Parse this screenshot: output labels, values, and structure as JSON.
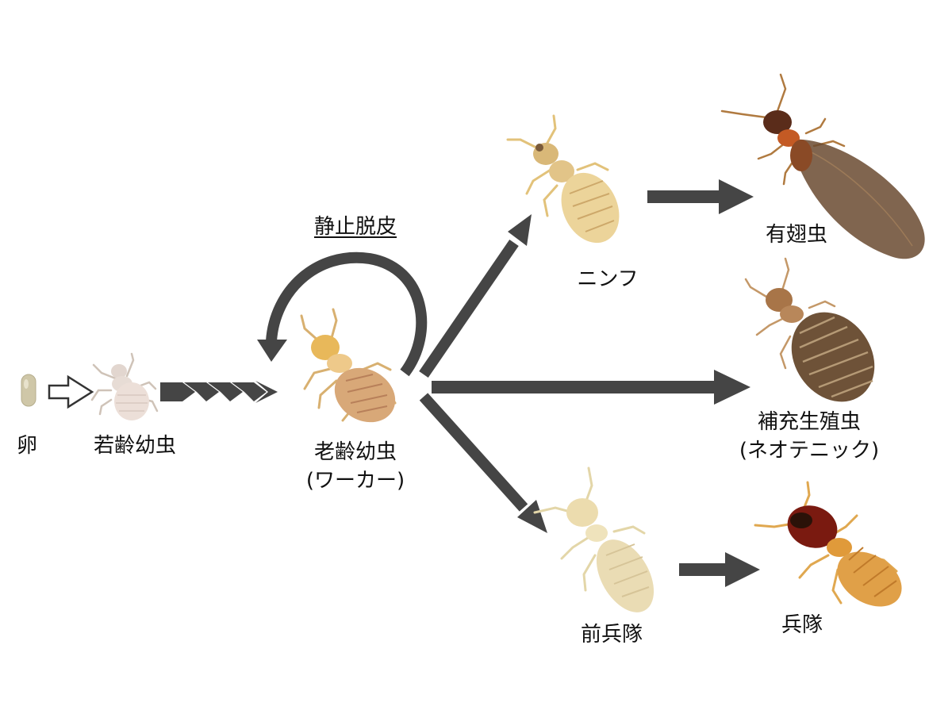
{
  "colors": {
    "arrow": "#454545",
    "text": "#111111",
    "egg": "#cfc7a8"
  },
  "labels": {
    "egg": "卵",
    "young_larva": "若齢幼虫",
    "old_larva": "老齢幼虫",
    "worker": "(ワーカー)",
    "stationary_molt": "静止脱皮",
    "nymph": "ニンフ",
    "alate": "有翅虫",
    "neotenic": "補充生殖虫",
    "neotenic_alt": "(ネオテニック)",
    "presoldier": "前兵隊",
    "soldier": "兵隊"
  },
  "icons": {
    "egg": "termite-egg-illustration",
    "young_larva": "young-larva-termite-illustration",
    "worker": "worker-termite-illustration",
    "nymph": "nymph-termite-illustration",
    "alate": "winged-termite-illustration",
    "neotenic": "neotenic-termite-illustration",
    "presoldier": "presoldier-termite-illustration",
    "soldier": "soldier-termite-illustration"
  }
}
